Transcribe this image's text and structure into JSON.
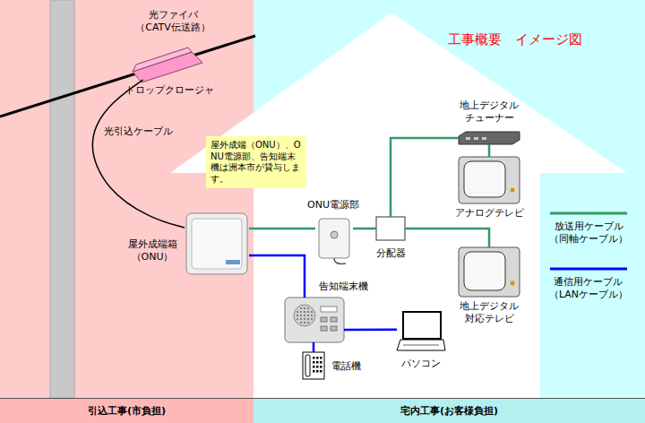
{
  "diagram": {
    "title": "工事概要　イメージ図",
    "nodes": [
      {
        "text": [
          "ドロップクロージャ"
        ]
      },
      {
        "text": [
          "屋外成端（ONU）、ONU電源部、告知端末機は洲本市が貸与します。"
        ]
      },
      {
        "text": [
          "屋外成端箱 （ONU）"
        ]
      },
      {
        "text": [
          "ONU電源部"
        ]
      },
      {
        "text": [
          "分配器"
        ]
      },
      {
        "text": [
          "地上デジタル チューナー"
        ]
      },
      {
        "text": [
          "アナログテレビ"
        ]
      },
      {
        "text": [
          "地上デジタル 対応テレビ"
        ]
      },
      {
        "text": [
          "告知端末機"
        ]
      },
      {
        "text": [
          "電話機"
        ]
      },
      {
        "text": [
          "パソコン"
        ]
      },
      {
        "text": [
          "引込工事(市負担)"
        ]
      },
      {
        "text": [
          "宅内工事(お客様負担)"
        ]
      }
    ],
    "edges": [
      {
        "from": 0,
        "to": 2,
        "arrow": "none",
        "label": "光引込ケーブル"
      },
      {
        "from": 2,
        "to": 3,
        "arrow": "none"
      },
      {
        "from": 3,
        "to": 4,
        "arrow": "none"
      },
      {
        "from": 4,
        "to": 5,
        "arrow": "none"
      },
      {
        "from": 5,
        "to": 6,
        "arrow": "none"
      },
      {
        "from": 4,
        "to": 7,
        "arrow": "none"
      },
      {
        "from": 2,
        "to": 8,
        "arrow": "none"
      },
      {
        "from": 8,
        "to": 10,
        "arrow": "none"
      },
      {
        "from": 8,
        "to": 9,
        "arrow": "none"
      }
    ],
    "labels": [
      "光ファイバ （CATV伝送路）"
    ],
    "legend": [
      {
        "text": "放送用ケーブル （同軸ケーブル）"
      },
      {
        "text": "通信用ケーブル （LANケーブル）"
      }
    ]
  }
}
